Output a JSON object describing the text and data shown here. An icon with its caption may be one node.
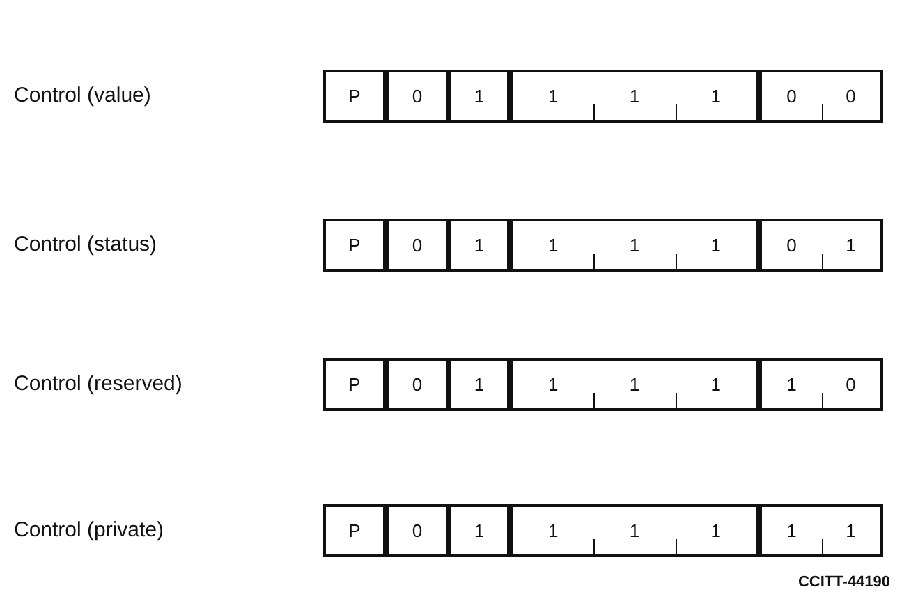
{
  "diagram": {
    "nodes": [
      {
        "text": [
          "P"
        ]
      },
      {
        "text": [
          "0"
        ]
      },
      {
        "text": [
          "1"
        ]
      },
      {
        "text": [
          "1",
          "1",
          "1"
        ]
      },
      {
        "text": [
          "0",
          "0"
        ]
      },
      {
        "text": [
          "P"
        ]
      },
      {
        "text": [
          "0"
        ]
      },
      {
        "text": [
          "1"
        ]
      },
      {
        "text": [
          "1",
          "1",
          "1"
        ]
      },
      {
        "text": [
          "0",
          "1"
        ]
      },
      {
        "text": [
          "P"
        ]
      },
      {
        "text": [
          "0"
        ]
      },
      {
        "text": [
          "1"
        ]
      },
      {
        "text": [
          "1",
          "1",
          "1"
        ]
      },
      {
        "text": [
          "1",
          "0"
        ]
      },
      {
        "text": [
          "P"
        ]
      },
      {
        "text": [
          "0"
        ]
      },
      {
        "text": [
          "1"
        ]
      },
      {
        "text": [
          "1",
          "1",
          "1"
        ]
      },
      {
        "text": [
          "1",
          "1"
        ]
      }
    ],
    "edges": [],
    "labels": [
      "Control (value)",
      "Control (status)",
      "Control (reserved)",
      "Control (private)",
      "CCITT-44190"
    ]
  }
}
